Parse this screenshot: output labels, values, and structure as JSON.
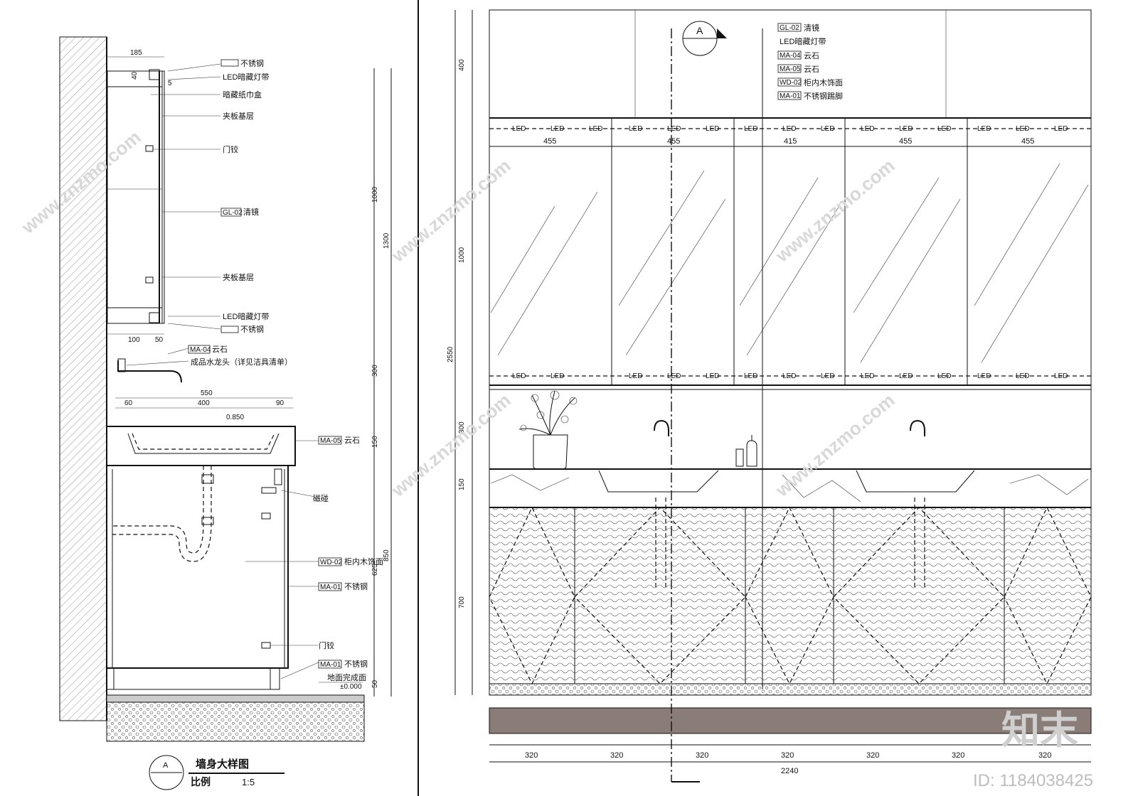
{
  "section": {
    "title": "墙身大样图",
    "scale_label": "比例",
    "scale_value": "1:5",
    "symbol": "A",
    "dims_top": [
      "185",
      "40",
      "5"
    ],
    "dims_mid": [
      "100",
      "50",
      "550",
      "60",
      "400",
      "90"
    ],
    "dims_vertical": [
      "1000",
      "1300",
      "300",
      "150",
      "625",
      "850",
      "50"
    ],
    "tags": [
      {
        "code": "",
        "text": "不锈钢"
      },
      {
        "code": "",
        "text": "LED暗藏灯带"
      },
      {
        "code": "",
        "text": "暗藏纸巾盒"
      },
      {
        "code": "",
        "text": "夹板基层"
      },
      {
        "code": "",
        "text": "门铰"
      },
      {
        "code": "GL-02",
        "text": "清镜"
      },
      {
        "code": "",
        "text": "夹板基层"
      },
      {
        "code": "",
        "text": "LED暗藏灯带"
      },
      {
        "code": "",
        "text": "不锈钢"
      },
      {
        "code": "MA-04",
        "text": "云石"
      },
      {
        "code": "",
        "text": "成品水龙头（详见洁具清单）"
      },
      {
        "code": "MA-05",
        "text": "云石"
      },
      {
        "code": "",
        "text": "磁碰"
      },
      {
        "code": "WD-02",
        "text": "柜内木饰面"
      },
      {
        "code": "MA-01",
        "text": "不锈钢"
      },
      {
        "code": "",
        "text": "门铰"
      },
      {
        "code": "MA-01",
        "text": "不锈钢"
      },
      {
        "code": "",
        "text": "地面完成面"
      }
    ],
    "floor_level": "±0.000",
    "sink_level": "0.850"
  },
  "elevation": {
    "symbol": "A",
    "legend": [
      {
        "code": "GL-02",
        "text": "清镜"
      },
      {
        "code": "",
        "text": "LED暗藏灯带"
      },
      {
        "code": "MA-04",
        "text": "云石"
      },
      {
        "code": "MA-05",
        "text": "云石"
      },
      {
        "code": "WD-02",
        "text": "柜内木饰面"
      },
      {
        "code": "MA-01",
        "text": "不锈钢踢脚"
      }
    ],
    "led_label": "LED",
    "panel_widths": [
      "455",
      "455",
      "415",
      "455",
      "455"
    ],
    "dims_left": [
      "400",
      "1000",
      "2550",
      "300",
      "150",
      "700"
    ],
    "bottom_dims": [
      "320",
      "320",
      "320",
      "320",
      "320",
      "320",
      "320"
    ],
    "total_width": "2240"
  },
  "watermark": {
    "site": "www.znzmo.com",
    "brand": "知末",
    "id_label": "ID: 1184038425"
  }
}
